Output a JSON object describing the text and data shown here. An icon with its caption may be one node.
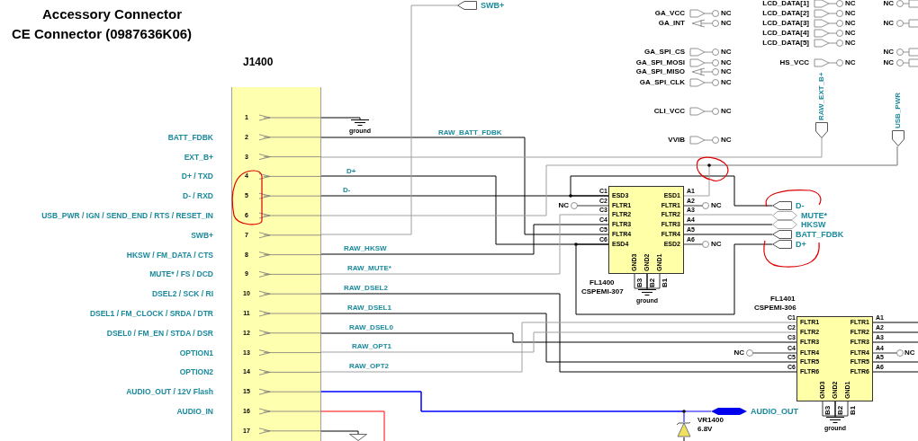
{
  "diagram": {
    "title": "Accessory Connector",
    "nodes": [
      {
        "text": [
          "J1400",
          "1",
          "2",
          "3",
          "4",
          "5",
          "6",
          "7",
          "8",
          "9",
          "10",
          "11",
          "12",
          "13",
          "14",
          "15",
          "16",
          "17"
        ],
        "beside": [
          "BATT_FDBK",
          "EXT_B+",
          "D+ / TXD",
          "D- / RXD",
          "USB_PWR / IGN / SEND_END / RTS / RESET_IN",
          "SWB+",
          "HKSW / FM_DATA / CTS",
          "MUTE* / FS / DCD",
          "DSEL2 / SCK / RI",
          "DSEL1 / FM_CLOCK / SRDA / DTR",
          "DSEL0 / FM_EN / STDA / DSR",
          "OPTION1",
          "OPTION2",
          "AUDIO_OUT / 12V Flash",
          "AUDIO_IN"
        ]
      },
      {
        "text": [
          "ESD3",
          "FLTR1",
          "FLTR2",
          "FLTR3",
          "FLTR4",
          "ESD4",
          "ESD1",
          "FLTR1",
          "FLTR2",
          "FLTR3",
          "FLTR4",
          "ESD2",
          "GND3",
          "GND2",
          "GND1"
        ],
        "beside": [
          "C1",
          "C2",
          "C3",
          "C4",
          "C5",
          "C6",
          "A1",
          "A2",
          "A3",
          "A4",
          "A5",
          "A6",
          "B3",
          "B2",
          "B1",
          "FL1400",
          "CSPEMI-307"
        ]
      },
      {
        "text": [
          "FLTR1",
          "FLTR2",
          "FLTR3",
          "FLTR4",
          "FLTR5",
          "FLTR6",
          "FLTR1",
          "FLTR2",
          "FLTR3",
          "FLTR4",
          "FLTR5",
          "FLTR6",
          "GND3",
          "GND2",
          "GND1"
        ],
        "beside": [
          "C1",
          "C2",
          "C3",
          "C4",
          "C5",
          "C6",
          "A1",
          "A2",
          "A3",
          "A4",
          "A5",
          "A6",
          "B3",
          "B2",
          "B1",
          "FL1401",
          "CSPEMI-306"
        ]
      },
      {
        "text": [
          "D-"
        ]
      },
      {
        "text": [
          "MUTE*"
        ]
      },
      {
        "text": [
          "HKSW"
        ]
      },
      {
        "text": [
          "BATT_FDBK"
        ]
      },
      {
        "text": [
          "D+"
        ]
      },
      {
        "text": [
          "RAW_EXT_B+"
        ]
      },
      {
        "text": [
          "USB_PWR"
        ]
      },
      {
        "text": [
          "SWB+"
        ]
      },
      {
        "text": [
          "AUDIO_OUT"
        ]
      },
      {
        "text": [],
        "shape": "triangle"
      },
      {
        "text": [],
        "shape": "diode",
        "beside": [
          "VR1400",
          "6.8V"
        ]
      },
      {
        "text": [
          "ground"
        ]
      },
      {
        "text": [
          "ground"
        ]
      },
      {
        "text": [
          "ground"
        ]
      }
    ],
    "edges": [
      {
        "from": 0,
        "to": 14,
        "arrow": "none"
      },
      {
        "from": 0,
        "to": 1,
        "arrow": "none",
        "label": "RAW_BATT_FDBK"
      },
      {
        "from": 0,
        "to": 8,
        "arrow": "none",
        "color": "#a0a0a0"
      },
      {
        "from": 0,
        "to": 1,
        "arrow": "none",
        "label": "D+"
      },
      {
        "from": 0,
        "to": 1,
        "arrow": "none",
        "label": "D-"
      },
      {
        "from": 0,
        "to": 9,
        "arrow": "none",
        "color": "#a0a0a0"
      },
      {
        "from": 0,
        "to": 10,
        "arrow": "none",
        "color": "#a0a0a0"
      },
      {
        "from": 0,
        "to": 1,
        "arrow": "none",
        "label": "RAW_HKSW"
      },
      {
        "from": 0,
        "to": 1,
        "arrow": "none",
        "label": "RAW_MUTE*",
        "color": "#a0a0a0"
      },
      {
        "from": 0,
        "to": 2,
        "arrow": "none",
        "label": "RAW_DSEL2"
      },
      {
        "from": 0,
        "to": 2,
        "arrow": "none",
        "label": "RAW_DSEL1"
      },
      {
        "from": 0,
        "to": 2,
        "arrow": "none",
        "label": "RAW_DSEL0"
      },
      {
        "from": 0,
        "to": 2,
        "arrow": "none",
        "label": "RAW_OPT1",
        "color": "#a0a0a0"
      },
      {
        "from": 0,
        "to": 2,
        "arrow": "none",
        "label": "RAW_OPT2",
        "color": "#a0a0a0"
      },
      {
        "from": 0,
        "to": 11,
        "arrow": "none",
        "color": "#0000ff"
      },
      {
        "from": 0,
        "to": 13,
        "arrow": "none",
        "color": "#0000ff"
      },
      {
        "from": 0,
        "to": null,
        "arrow": "none",
        "color": "#ff0000"
      },
      {
        "from": 0,
        "to": 12,
        "arrow": "none"
      },
      {
        "from": 1,
        "to": 3,
        "arrow": "none"
      },
      {
        "from": 1,
        "to": 7,
        "arrow": "none"
      },
      {
        "from": 1,
        "to": 4,
        "arrow": "none",
        "color": "#a0a0a0"
      },
      {
        "from": 1,
        "to": 5,
        "arrow": "none"
      },
      {
        "from": 1,
        "to": 6,
        "arrow": "none"
      },
      {
        "from": 1,
        "to": 9,
        "arrow": "none",
        "color": "#a0a0a0"
      },
      {
        "from": 1,
        "to": 15,
        "arrow": "none"
      },
      {
        "from": 2,
        "to": 16,
        "arrow": "none"
      },
      {
        "from": 2,
        "to": null,
        "arrow": "none"
      },
      {
        "from": 2,
        "to": null,
        "arrow": "none"
      },
      {
        "from": 2,
        "to": null,
        "arrow": "none"
      },
      {
        "from": 2,
        "to": null,
        "arrow": "none"
      },
      {
        "from": 2,
        "to": null,
        "arrow": "none"
      }
    ],
    "labels": [
      "CE Connector (0987636K06)",
      "GA_VCC",
      "NC",
      "GA_INT",
      "NC",
      "GA_SPI_CS",
      "NC",
      "GA_SPI_MOSI",
      "NC",
      "GA_SPI_MISO",
      "NC",
      "GA_SPI_CLK",
      "NC",
      "CLI_VCC",
      "NC",
      "VVIB",
      "NC",
      "LCD_DATA[1]",
      "NC",
      "LCD_DATA[2]",
      "NC",
      "LCD_DATA[3]",
      "NC",
      "LCD_DATA[4]",
      "NC",
      "LCD_DATA[5]",
      "NC",
      "HS_VCC",
      "NC",
      "NC",
      "NC",
      "NC",
      "NC",
      "NC",
      "NC",
      "NC",
      "NC",
      "NC"
    ]
  }
}
